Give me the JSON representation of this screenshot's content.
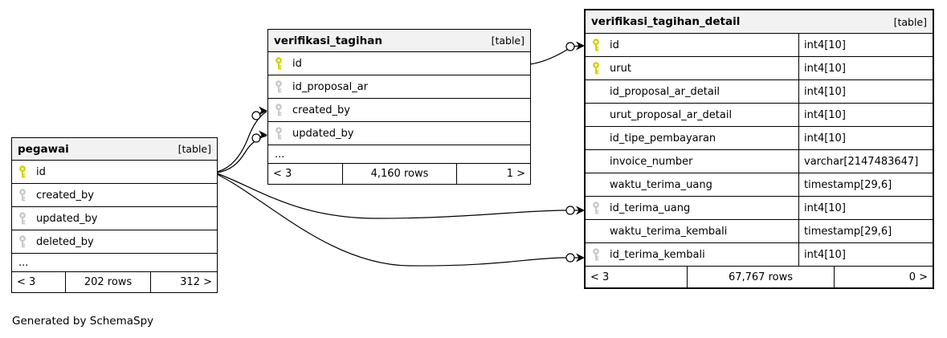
{
  "diagram": {
    "caption": "Generated by SchemaSpy"
  },
  "colors": {
    "primary_key": "#d2d200",
    "foreign_key": "#c9c9c9",
    "header_bg": "#f2f2f2",
    "border": "#000000"
  },
  "tables": {
    "pegawai": {
      "name": "pegawai",
      "tag": "[table]",
      "columns": [
        {
          "name": "id",
          "key": "primary"
        },
        {
          "name": "created_by",
          "key": "foreign"
        },
        {
          "name": "updated_by",
          "key": "foreign"
        },
        {
          "name": "deleted_by",
          "key": "foreign"
        }
      ],
      "ellipsis": "...",
      "footer": {
        "left": "< 3",
        "center": "202 rows",
        "right": "312 >"
      }
    },
    "verifikasi_tagihan": {
      "name": "verifikasi_tagihan",
      "tag": "[table]",
      "columns": [
        {
          "name": "id",
          "key": "primary"
        },
        {
          "name": "id_proposal_ar",
          "key": "foreign"
        },
        {
          "name": "created_by",
          "key": "foreign"
        },
        {
          "name": "updated_by",
          "key": "foreign"
        }
      ],
      "ellipsis": "...",
      "footer": {
        "left": "< 3",
        "center": "4,160 rows",
        "right": "1 >"
      }
    },
    "verifikasi_tagihan_detail": {
      "name": "verifikasi_tagihan_detail",
      "tag": "[table]",
      "columns": [
        {
          "name": "id",
          "type": "int4[10]",
          "key": "primary"
        },
        {
          "name": "urut",
          "type": "int4[10]",
          "key": "primary"
        },
        {
          "name": "id_proposal_ar_detail",
          "type": "int4[10]",
          "key": ""
        },
        {
          "name": "urut_proposal_ar_detail",
          "type": "int4[10]",
          "key": ""
        },
        {
          "name": "id_tipe_pembayaran",
          "type": "int4[10]",
          "key": ""
        },
        {
          "name": "invoice_number",
          "type": "varchar[2147483647]",
          "key": ""
        },
        {
          "name": "waktu_terima_uang",
          "type": "timestamp[29,6]",
          "key": ""
        },
        {
          "name": "id_terima_uang",
          "type": "int4[10]",
          "key": "foreign"
        },
        {
          "name": "waktu_terima_kembali",
          "type": "timestamp[29,6]",
          "key": ""
        },
        {
          "name": "id_terima_kembali",
          "type": "int4[10]",
          "key": "foreign"
        }
      ],
      "footer": {
        "left": "< 3",
        "center": "67,767 rows",
        "right": "0 >"
      }
    }
  }
}
